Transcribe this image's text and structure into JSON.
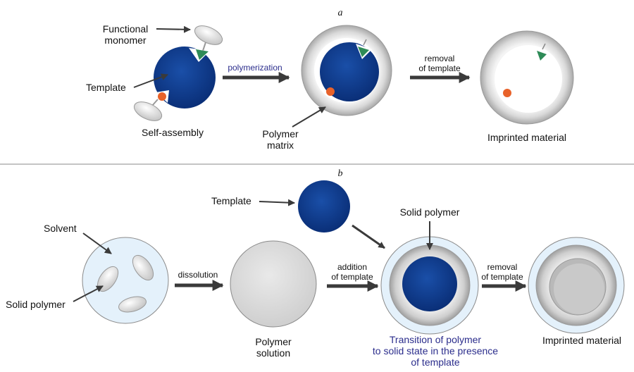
{
  "colors": {
    "template_blue": "#0d3b8c",
    "arrow_gray": "#3a3a3a",
    "accent_text": "#2b2d8c",
    "monomer_green": "#2e8b57",
    "monomer_orange": "#e8622a",
    "solvent_blue": "#e4f1fb"
  },
  "panel_a": {
    "label": "a",
    "functional_monomer_line1": "Functional",
    "functional_monomer_line2": "monomer",
    "template": "Template",
    "self_assembly": "Self-assembly",
    "polymerization": "polymerization",
    "polymer_matrix_line1": "Polymer",
    "polymer_matrix_line2": "matrix",
    "removal_line1": "removal",
    "removal_line2": "of template",
    "imprinted_material": "Imprinted material"
  },
  "panel_b": {
    "label": "b",
    "template": "Template",
    "solvent": "Solvent",
    "solid_polymer_left": "Solid polymer",
    "dissolution": "dissolution",
    "polymer_solution_line1": "Polymer",
    "polymer_solution_line2": "solution",
    "addition_line1": "addition",
    "addition_line2": "of template",
    "solid_polymer_right": "Solid polymer",
    "transition_line1": "Transition of polymer",
    "transition_line2": "to solid state in the presence",
    "transition_line3": "of template",
    "removal_line1": "removal",
    "removal_line2": "of template",
    "imprinted_material": "Imprinted material"
  }
}
